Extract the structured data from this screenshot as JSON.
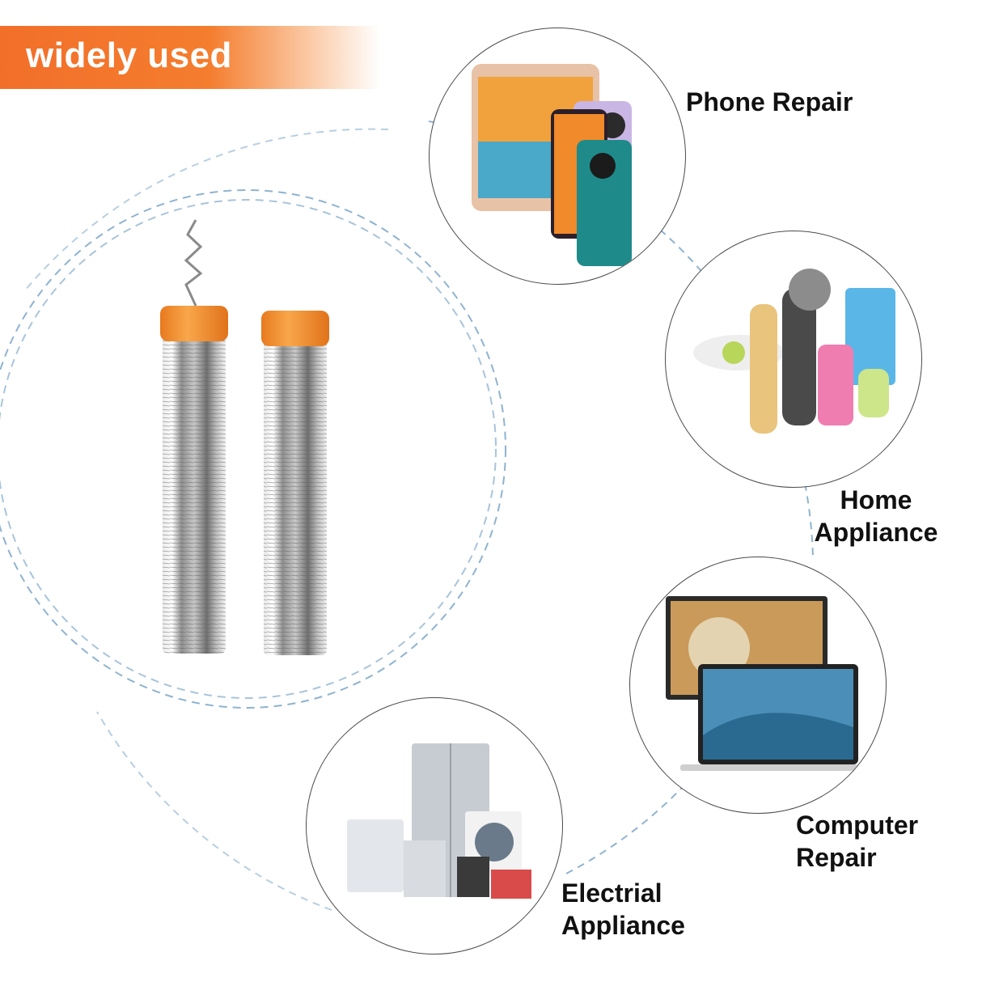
{
  "banner": {
    "text": "widely used"
  },
  "applications": [
    {
      "label": "Phone Repair"
    },
    {
      "label_lines": [
        "Home",
        "Appliance"
      ]
    },
    {
      "label_lines": [
        "Computer",
        "Repair"
      ]
    },
    {
      "label_lines": [
        "Electrial",
        "Appliance"
      ]
    }
  ],
  "colors": {
    "accent": "#f26f2a",
    "dashed_line": "#8fb3cf",
    "cap": "#f28a2c"
  },
  "icons": [
    "phone-tablet-icon",
    "home-appliances-icon",
    "computer-icon",
    "electrical-appliances-icon",
    "solder-tube-icon"
  ]
}
